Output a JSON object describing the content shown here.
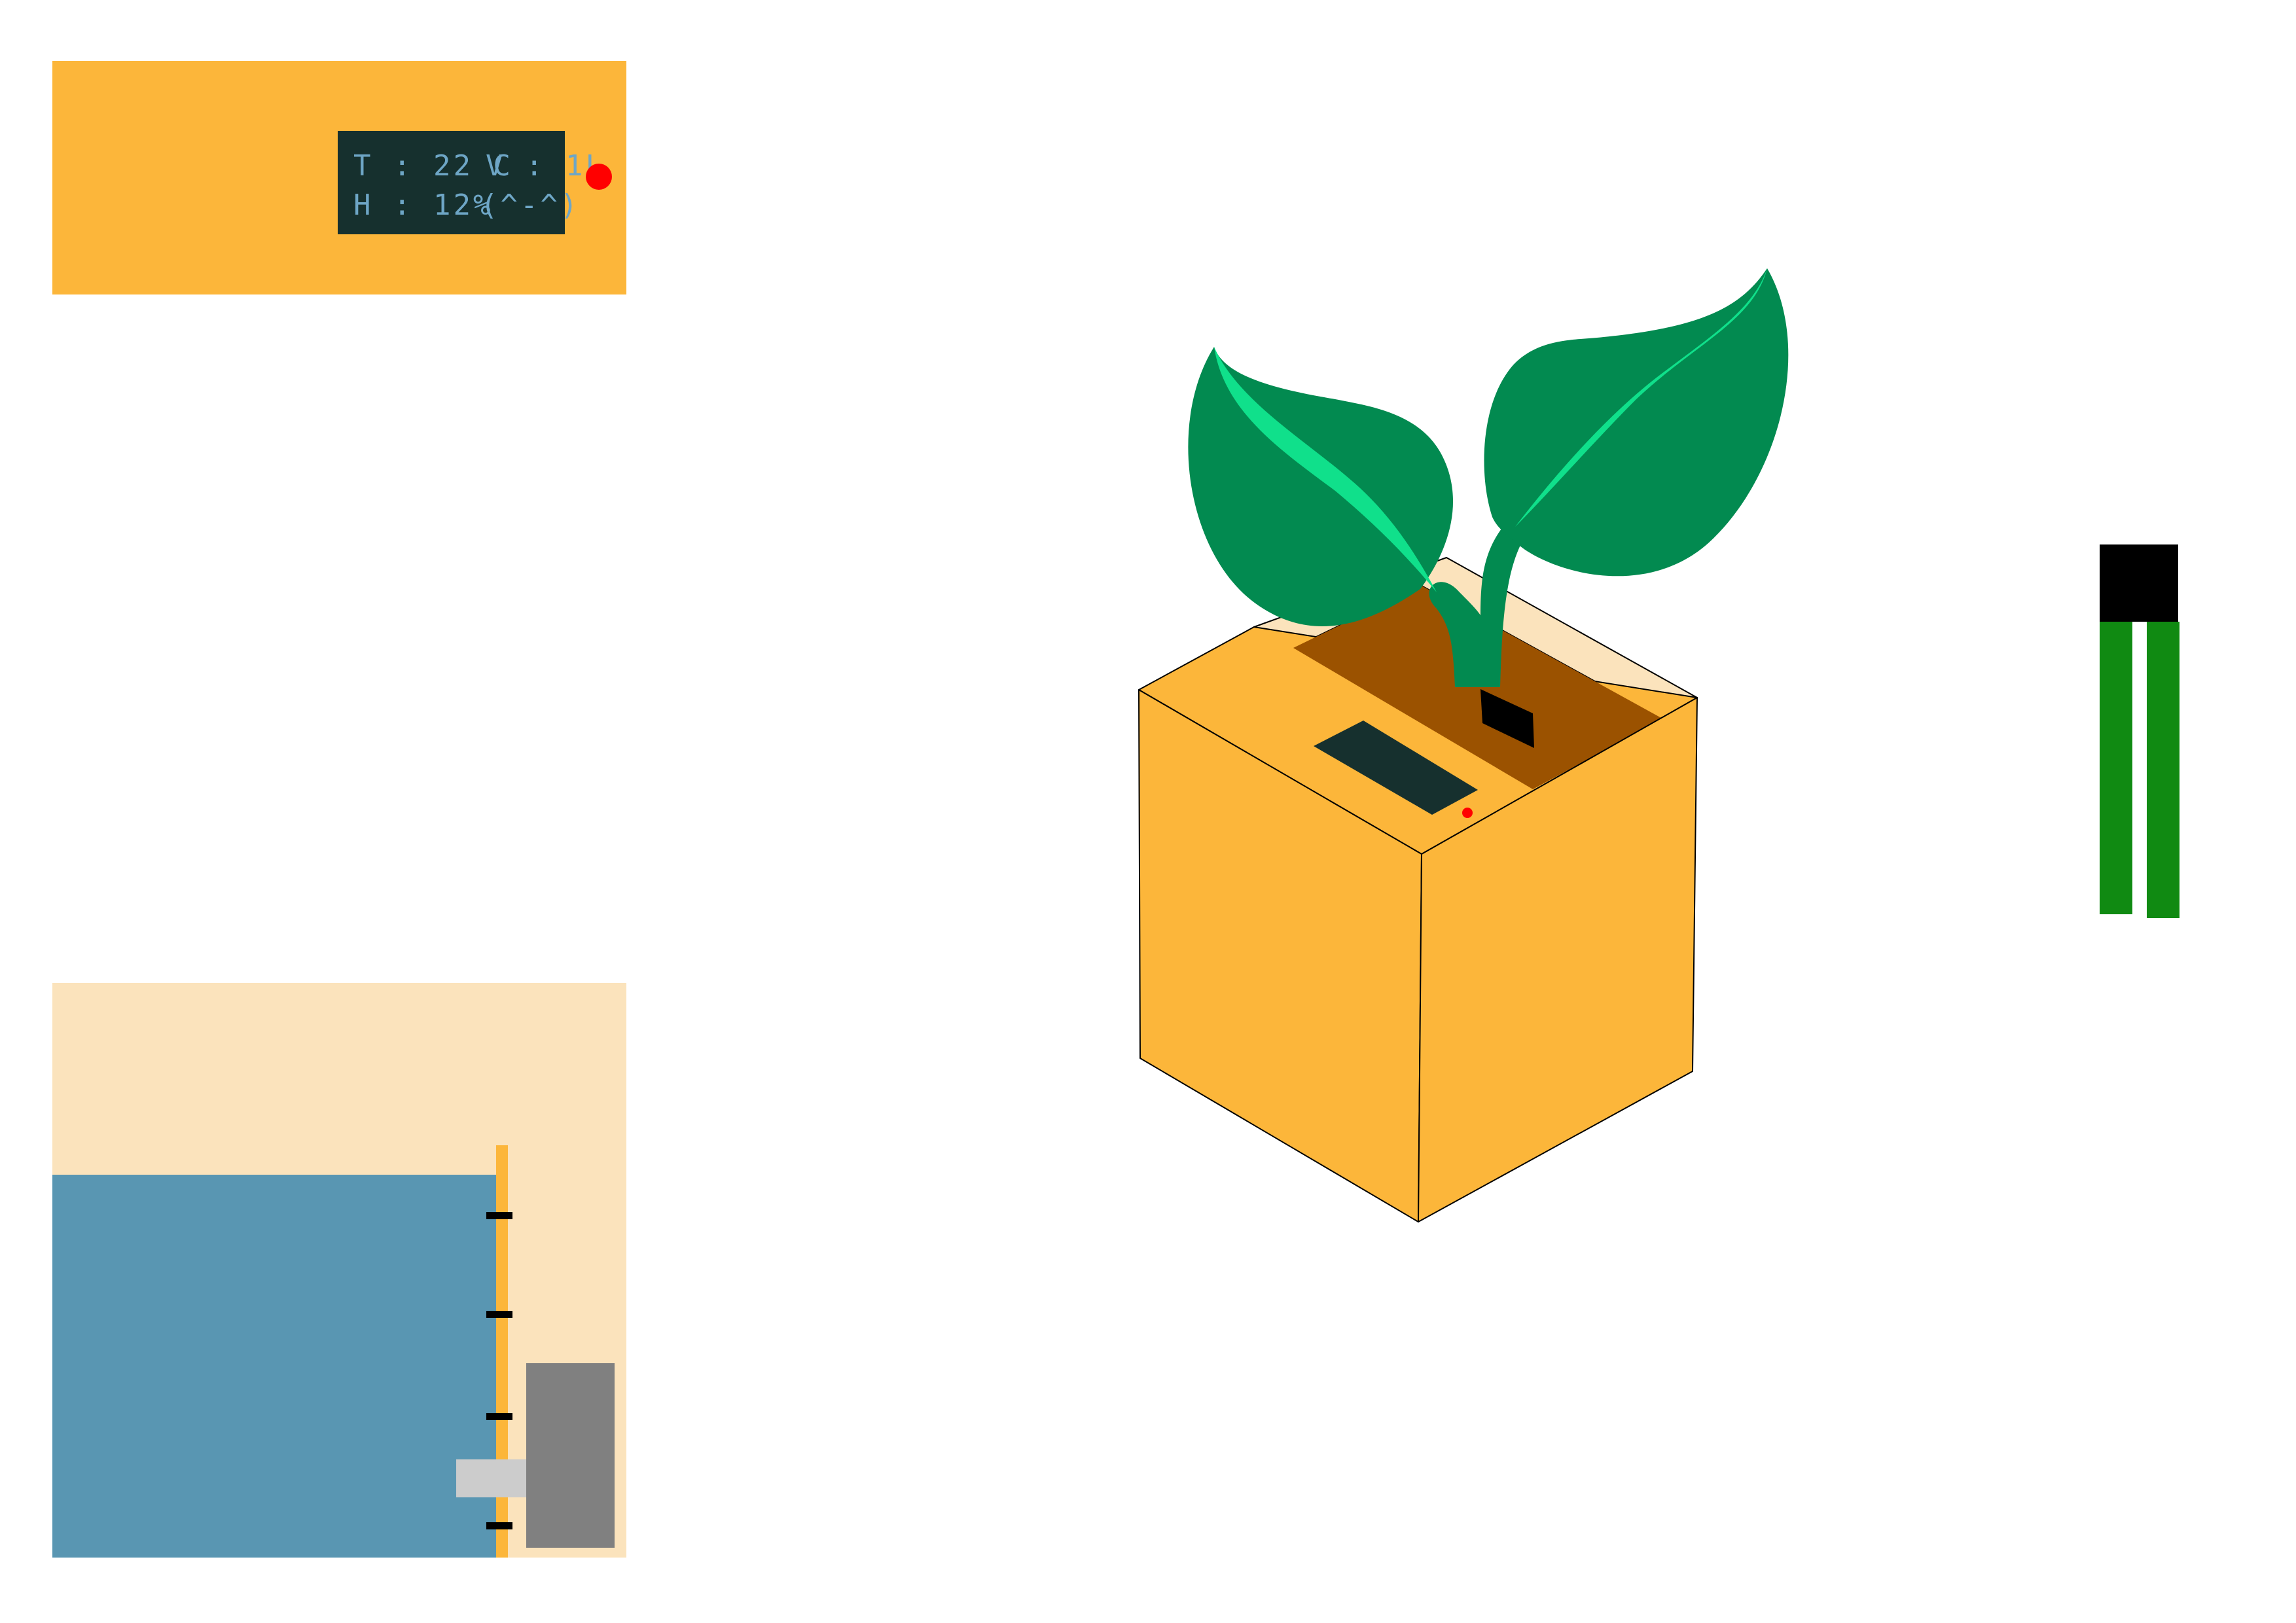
{
  "colors": {
    "background": "#ffffff",
    "housing": "#fcb63a",
    "housing_light": "#fbe3bc",
    "lcd_background": "#16302e",
    "lcd_text": "#6ea6c6",
    "led": "#ff0000",
    "soil": "#9b5200",
    "leaf_dark": "#028a50",
    "leaf_vein": "#10e08b",
    "sensor_body": "#000000",
    "sensor_prong": "#108a12",
    "water": "#5996b2",
    "pump": "#808080",
    "pump_pipe": "#cccccc",
    "level_marker": "#000000",
    "outline": "#000000"
  },
  "lcd_panel": {
    "line1_left": "T : 22 C",
    "line1_right": "V : 1L",
    "line2_left": "H : 12%",
    "line2_right": "(^-^)"
  },
  "water_tank": {
    "level_markers": 4
  }
}
